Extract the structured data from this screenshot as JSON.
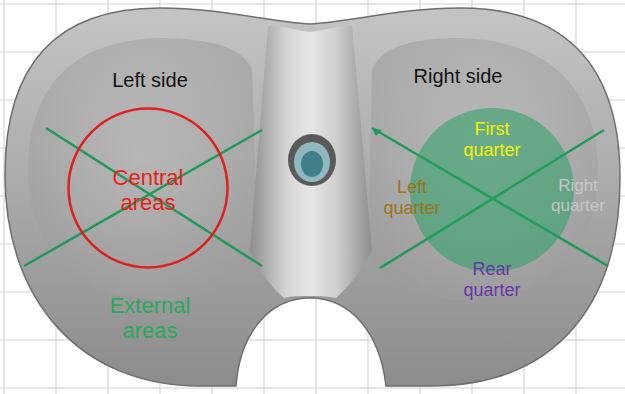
{
  "diagram": {
    "nodes": [
      {
        "text": [
          "Central areas"
        ]
      },
      {
        "text": [
          "First quarter",
          "Left quarter",
          "Right quarter",
          "Rear quarter"
        ]
      }
    ],
    "labels": [
      "Left side",
      "Right side",
      "External areas"
    ]
  }
}
